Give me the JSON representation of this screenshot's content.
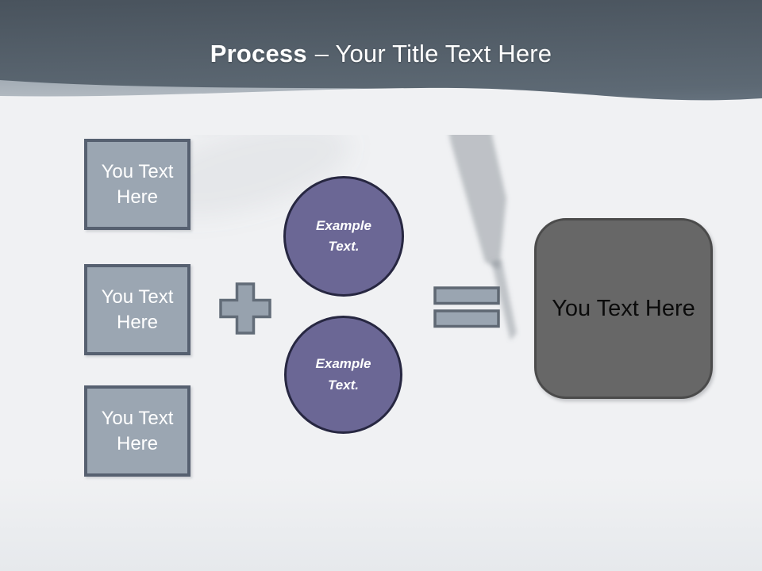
{
  "slide": {
    "title": {
      "emphasis": "Process",
      "rest": "– Your Title Text Here"
    },
    "input_boxes": [
      {
        "label": "You Text Here"
      },
      {
        "label": "You Text Here"
      },
      {
        "label": "You Text Here"
      }
    ],
    "operators": {
      "plus": "plus-sign",
      "equals": "equals-sign"
    },
    "example_circles": [
      {
        "label": "Example Text."
      },
      {
        "label": "Example Text."
      }
    ],
    "result_box": {
      "label": "You Text Here"
    },
    "colors": {
      "background": "#f0f1f3",
      "header_top": "#4a545e",
      "header_bottom": "#717e8b",
      "wave_silver": "#b3bcc4",
      "input_fill": "#9ba6b2",
      "input_border": "#566070",
      "operator_fill": "#97a2ae",
      "operator_border": "#626c78",
      "circle_fill": "#6b6795",
      "circle_border": "#272741",
      "result_fill": "#676767",
      "result_border": "#4b4b4b",
      "title_text": "#ffffff"
    }
  }
}
